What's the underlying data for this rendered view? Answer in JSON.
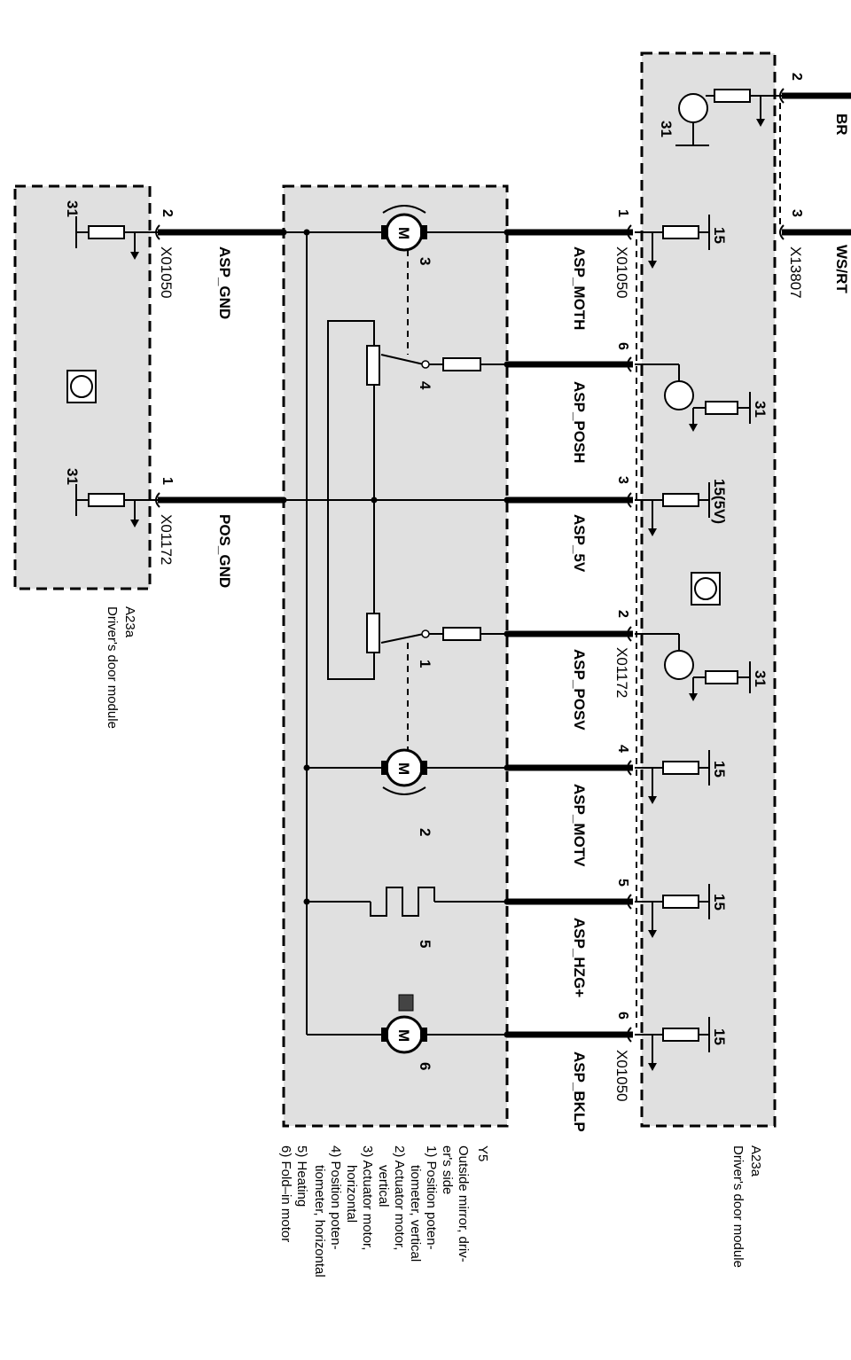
{
  "modules": {
    "right": {
      "id": "A23a",
      "name": "Driver's door module"
    },
    "left": {
      "id": "A23a",
      "name": "Driver's door module"
    },
    "mirror": {
      "id": "Y5",
      "name": "Outside mirror, driv-",
      "name2": "er's side",
      "legend": [
        "1) Position poten-",
        "tiometer, vertical",
        "2) Actuator motor,",
        "vertical",
        "3) Actuator motor,",
        "horizontal",
        "4) Position poten-",
        "tiometer, horizontal",
        "5) Heating",
        "6) Fold–in motor"
      ]
    }
  },
  "connectors": {
    "x01050_right_top": "X01050",
    "x01172_right": "X01172",
    "x01050_right_bottom": "X01050",
    "x13807": "X13807",
    "x01050_left": "X01050",
    "x01172_left": "X01172"
  },
  "signals": {
    "asp_moth": "ASP_MOTH",
    "asp_posh": "ASP_POSH",
    "asp_5v": "ASP_5V",
    "asp_posv": "ASP_POSV",
    "asp_motv": "ASP_MOTV",
    "asp_hzg": "ASP_HZG+",
    "asp_bklp": "ASP_BKLP",
    "asp_gnd": "ASP_GND",
    "pos_gnd": "POS_GND",
    "br": "BR",
    "wsrt": "WS/RT"
  },
  "pins": {
    "right": [
      "1",
      "6",
      "3",
      "2",
      "4",
      "5",
      "6"
    ],
    "x13807": [
      "2",
      "3"
    ],
    "left": [
      "2",
      "1"
    ]
  },
  "terminals": {
    "t15": "15",
    "t15_5v": "15(5V)",
    "t31": "31"
  },
  "components": {
    "motor": "M",
    "n1": "1",
    "n2": "2",
    "n3": "3",
    "n4": "4",
    "n5": "5",
    "n6": "6"
  }
}
